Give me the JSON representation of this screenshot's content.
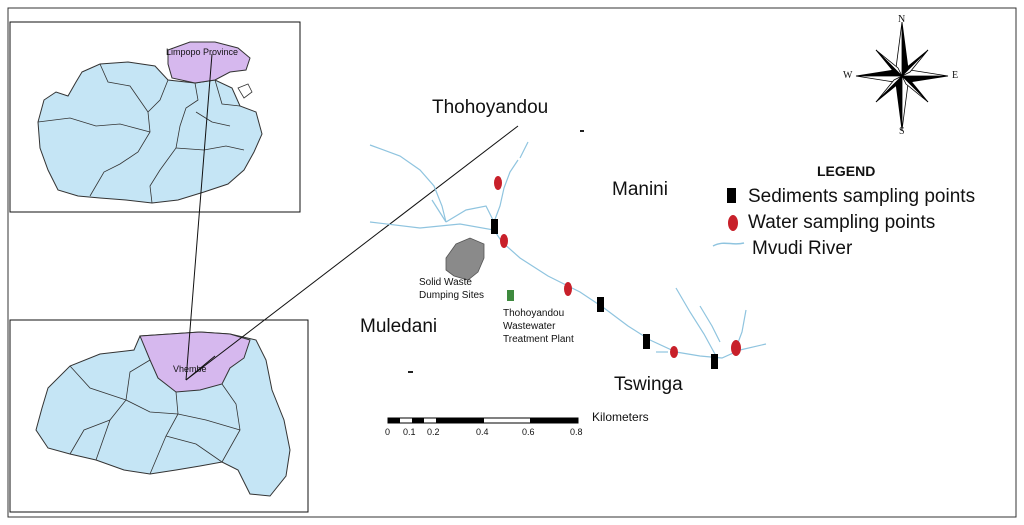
{
  "inset_top": {
    "province_label": "Limpopo Province"
  },
  "inset_bottom": {
    "district_label": "Vhembe"
  },
  "places": {
    "thohoyandou": "Thohoyandou",
    "manini": "Manini",
    "muledani": "Muledani",
    "tswinga": "Tswinga"
  },
  "features": {
    "dump_line1": "Solid Waste",
    "dump_line2": "Dumping Sites",
    "wwtp_line1": "Thohoyandou",
    "wwtp_line2": "Wastewater",
    "wwtp_line3": "Treatment Plant"
  },
  "legend": {
    "title": "LEGEND",
    "items": [
      {
        "label": "Sediments sampling points",
        "symbol": "sediment"
      },
      {
        "label": "Water sampling points",
        "symbol": "water"
      },
      {
        "label": "Mvudi River",
        "symbol": "river"
      }
    ]
  },
  "compass": {
    "n": "N",
    "e": "E",
    "s": "S",
    "w": "W"
  },
  "scale_bar": {
    "unit": "Kilometers",
    "ticks": [
      "0",
      "0.1",
      "0.2",
      "0.4",
      "0.6",
      "0.8"
    ]
  },
  "colors": {
    "land": "#c5e5f5",
    "highlight": "#d6b8ee",
    "river": "#8fc4df",
    "water_point": "#c8202a",
    "sediment_point": "#000000",
    "wwtp": "#3e8a3e"
  }
}
